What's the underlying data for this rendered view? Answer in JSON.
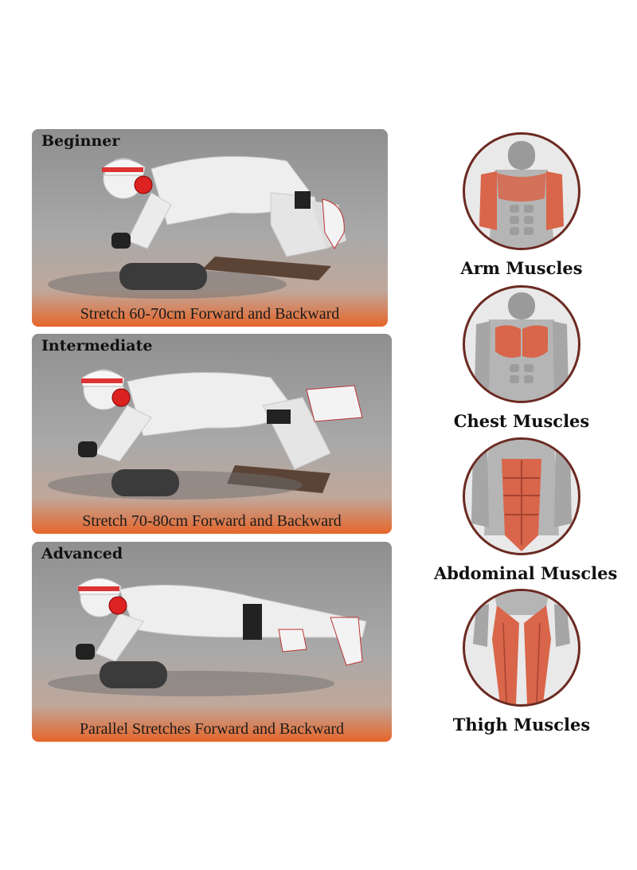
{
  "levels": [
    {
      "title": "Beginner",
      "caption": "Stretch 60-70cm Forward and Backward"
    },
    {
      "title": "Intermediate",
      "caption": "Stretch 70-80cm Forward and Backward"
    },
    {
      "title": "Advanced",
      "caption": "Parallel Stretches Forward and Backward"
    }
  ],
  "muscles": [
    {
      "label": "Arm Muscles",
      "highlight": "arms"
    },
    {
      "label": "Chest Muscles",
      "highlight": "chest"
    },
    {
      "label": "Abdominal Muscles",
      "highlight": "abs"
    },
    {
      "label": "Thigh Muscles",
      "highlight": "thighs"
    }
  ],
  "colors": {
    "accent_orange": "#e6662a",
    "muscle_red": "#d9654a",
    "circle_border": "#6b2a22",
    "card_gray": "#a9a9a9"
  }
}
